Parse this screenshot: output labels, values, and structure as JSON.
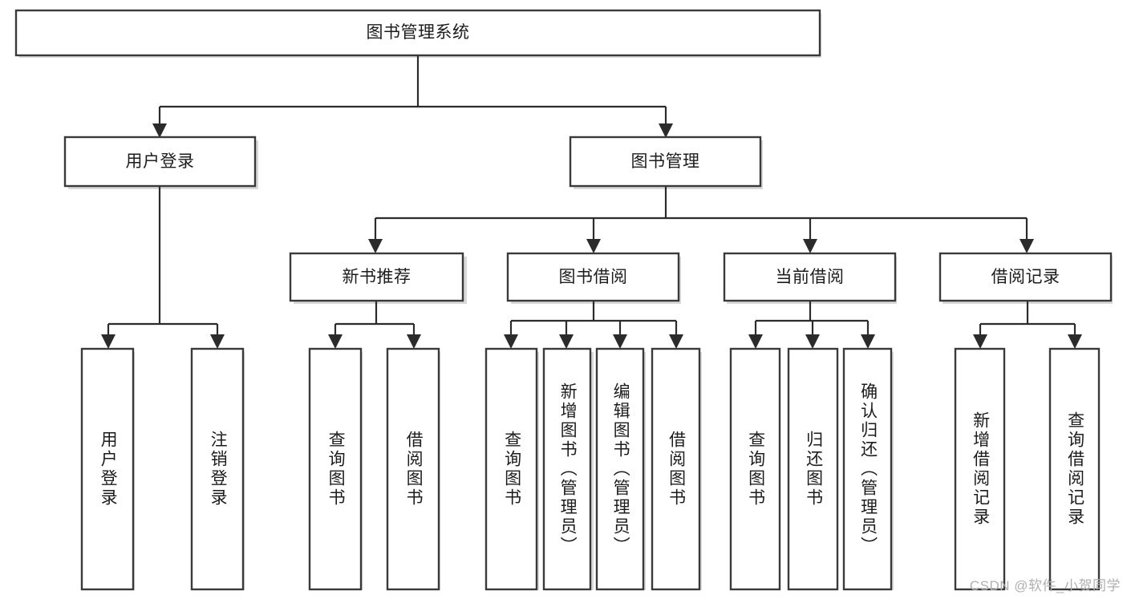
{
  "diagram": {
    "title": "图书管理系统",
    "type": "hierarchy-tree",
    "watermark": "CSDN @软件_小贺同学",
    "colors": {
      "box_stroke": "#3a3a3a",
      "connector": "#2b2b2b",
      "box_fill": "#ffffff",
      "text": "#1c1c1c",
      "watermark": "#b0b0b0",
      "background": "#ffffff"
    },
    "nodes": {
      "root": {
        "label": "图书管理系统",
        "level": 1,
        "orientation": "horizontal"
      },
      "l2": [
        {
          "id": "user-login",
          "label": "用户登录",
          "orientation": "horizontal"
        },
        {
          "id": "book-manage",
          "label": "图书管理",
          "orientation": "horizontal"
        }
      ],
      "l3": [
        {
          "id": "new-book-rec",
          "label": "新书推荐",
          "orientation": "horizontal"
        },
        {
          "id": "book-borrow",
          "label": "图书借阅",
          "orientation": "horizontal"
        },
        {
          "id": "current-borrow",
          "label": "当前借阅",
          "orientation": "horizontal"
        },
        {
          "id": "borrow-record",
          "label": "借阅记录",
          "orientation": "horizontal"
        }
      ],
      "leaves": [
        {
          "id": "leaf-user-login",
          "label": "用户登录",
          "parent": "user-login",
          "orientation": "vertical"
        },
        {
          "id": "leaf-user-logout",
          "label": "注销登录",
          "parent": "user-login",
          "orientation": "vertical"
        },
        {
          "id": "leaf-query-book-1",
          "label": "查询图书",
          "parent": "new-book-rec",
          "orientation": "vertical"
        },
        {
          "id": "leaf-borrow-book-1",
          "label": "借阅图书",
          "parent": "new-book-rec",
          "orientation": "vertical"
        },
        {
          "id": "leaf-query-book-2",
          "label": "查询图书",
          "parent": "book-borrow",
          "orientation": "vertical"
        },
        {
          "id": "leaf-add-book",
          "label": "新增图书（管理员）",
          "parent": "book-borrow",
          "orientation": "vertical"
        },
        {
          "id": "leaf-edit-book",
          "label": "编辑图书（管理员）",
          "parent": "book-borrow",
          "orientation": "vertical"
        },
        {
          "id": "leaf-borrow-book-2",
          "label": "借阅图书",
          "parent": "book-borrow",
          "orientation": "vertical"
        },
        {
          "id": "leaf-query-book-3",
          "label": "查询图书",
          "parent": "current-borrow",
          "orientation": "vertical"
        },
        {
          "id": "leaf-return-book",
          "label": "归还图书",
          "parent": "current-borrow",
          "orientation": "vertical"
        },
        {
          "id": "leaf-confirm-return",
          "label": "确认归还（管理员）",
          "parent": "current-borrow",
          "orientation": "vertical"
        },
        {
          "id": "leaf-add-record",
          "label": "新增借阅记录",
          "parent": "borrow-record",
          "orientation": "vertical"
        },
        {
          "id": "leaf-query-record",
          "label": "查询借阅记录",
          "parent": "borrow-record",
          "orientation": "vertical"
        }
      ]
    }
  }
}
